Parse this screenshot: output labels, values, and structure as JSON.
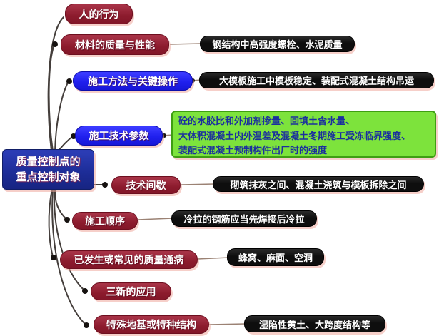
{
  "root": {
    "line1": "质量控制点的",
    "line2": "重点控制对象"
  },
  "branches": [
    {
      "label": "人的行为"
    },
    {
      "label": "材料的质量与性能",
      "leaf": "钢结构中高强度螺栓、水泥质量"
    },
    {
      "label": "施工方法与关键操作",
      "leaf": "大模板施工中模板稳定、装配式混凝土结构吊运"
    },
    {
      "label": "施工技术参数",
      "leaf_lines": [
        "砼的水胶比和外加剂掺量、回填土含水量、",
        "大体积混凝土内外温差及混凝土冬期施工受冻临界强度、",
        "装配式混凝土预制构件出厂时的强度"
      ]
    },
    {
      "label": "技术间歇",
      "leaf": "砌筑抹灰之间、混凝土浇筑与模板拆除之间"
    },
    {
      "label": "施工顺序",
      "leaf": "冷拉的钢筋应当先焊接后冷拉"
    },
    {
      "label": "已发生或常见的质量通病",
      "leaf": "蜂窝、麻面、空洞"
    },
    {
      "label": "三新的应用"
    },
    {
      "label": "特殊地基或特种结构",
      "leaf": "湿陷性黄土、大跨度结构等"
    }
  ],
  "colors": {
    "branch_red": "#8c1b2d",
    "branch_blue": "#2020ee",
    "root_blue": "#1c2c96",
    "leaf_black": "#0e0e0e",
    "leaf_green_bg": "#7de33c",
    "leaf_green_border": "#3e9e12",
    "leaf_green_text": "#1b2f9e",
    "connector": "#443e3b",
    "leaf_line": "#9b8274",
    "shadow_pink": "#eea89c"
  }
}
